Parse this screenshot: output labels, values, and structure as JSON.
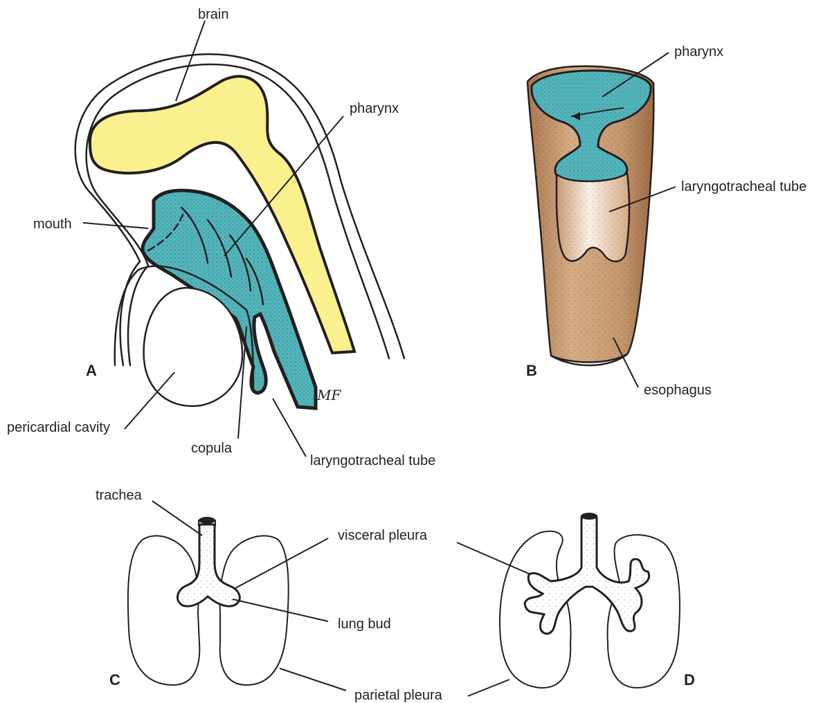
{
  "colors": {
    "brain": "#fbf08e",
    "pharynx": "#52b6bc",
    "tube_tan": "#caa079",
    "ink": "#231f20"
  },
  "panels": {
    "a": "A",
    "b": "B",
    "c": "C",
    "d": "D"
  },
  "labels": {
    "brain": "brain",
    "pharynx_a": "pharynx",
    "mouth": "mouth",
    "pericardial_cavity": "pericardial cavity",
    "copula": "copula",
    "laryngotracheal_tube_a": "laryngotracheal tube",
    "pharynx_b": "pharynx",
    "laryngotracheal_tube_b": "laryngotracheal tube",
    "esophagus": "esophagus",
    "trachea": "trachea",
    "visceral_pleura": "visceral pleura",
    "lung_bud": "lung bud",
    "parietal_pleura": "parietal pleura"
  },
  "artist_mark": "MF"
}
